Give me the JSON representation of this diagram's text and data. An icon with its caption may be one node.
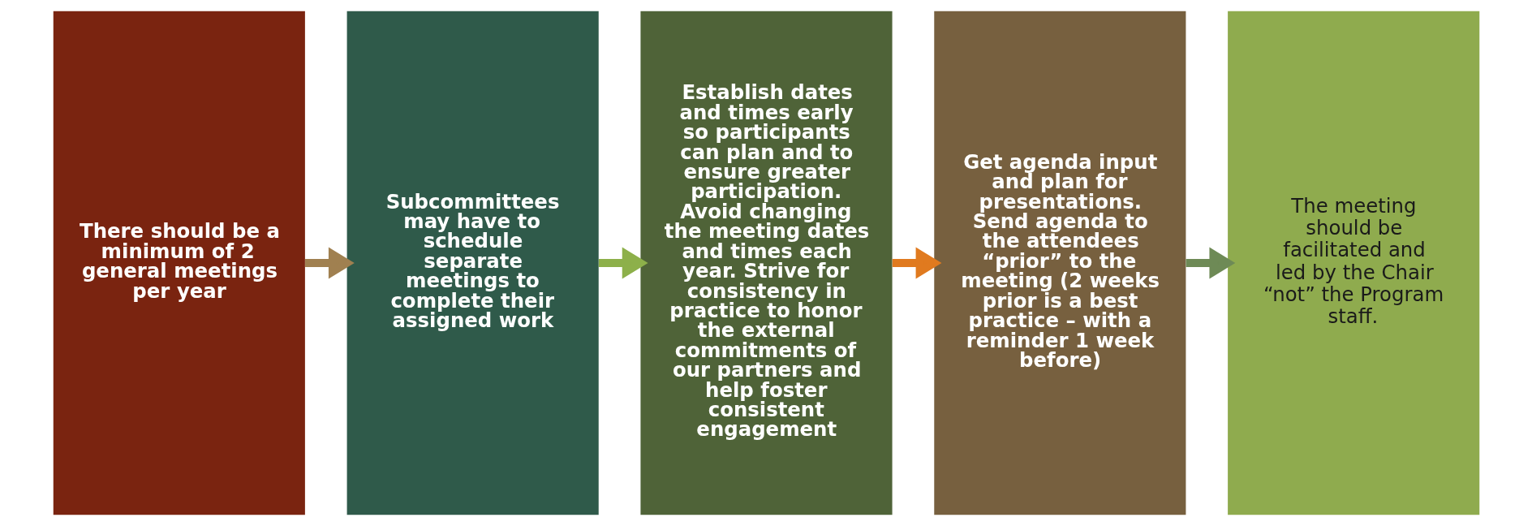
{
  "diagram": {
    "nodes": [
      {
        "text": [
          "There should be a minimum of 2 general meetings per year"
        ]
      },
      {
        "text": [
          "Subcommittees may have to schedule separate meetings to complete their assigned work"
        ]
      },
      {
        "text": [
          "Establish dates and times early so participants can plan and to ensure greater participation. Avoid changing the meeting dates and times each year. Strive for consistency in practice to honor the external commitments of our partners and help foster consistent engagement"
        ]
      },
      {
        "text": [
          "Get agenda input and plan for presentations. Send agenda to the attendees “prior” to the meeting (2 weeks prior is a best practice – with a reminder 1 week before)"
        ]
      },
      {
        "text": [
          "The meeting should be facilitated and led by the Chair “not” the Program staff."
        ]
      }
    ],
    "edges": [
      {
        "from": 0,
        "to": 1,
        "arrow": "to",
        "color": "#a08050"
      },
      {
        "from": 1,
        "to": 2,
        "arrow": "to",
        "color": "#8db04a"
      },
      {
        "from": 2,
        "to": 3,
        "arrow": "to",
        "color": "#e07a1f"
      },
      {
        "from": 3,
        "to": 4,
        "arrow": "to",
        "color": "#6e8a56"
      }
    ]
  }
}
